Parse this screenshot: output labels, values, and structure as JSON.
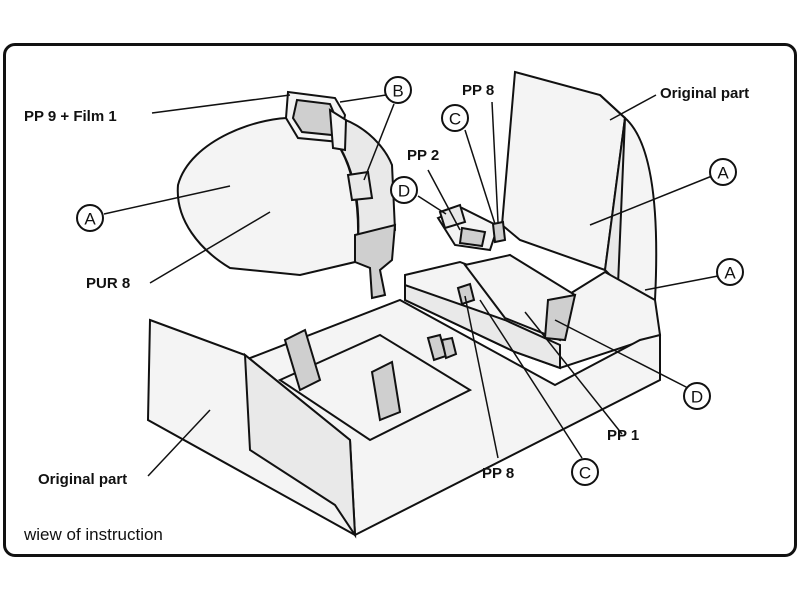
{
  "labels": {
    "pp9_film1": "PP 9 + Film 1",
    "pp8_top": "PP 8",
    "original_part_top": "Original part",
    "pp2": "PP 2",
    "pur8": "PUR 8",
    "original_part_bottom": "Original part",
    "pp8_bottom": "PP 8",
    "pp1": "PP 1",
    "caption": "wiew of instruction"
  },
  "callouts": {
    "b": "B",
    "c_top": "C",
    "d_top": "D",
    "a_left": "A",
    "a_right_top": "A",
    "a_right_mid": "A",
    "d_bottom": "D",
    "c_bottom": "C"
  }
}
